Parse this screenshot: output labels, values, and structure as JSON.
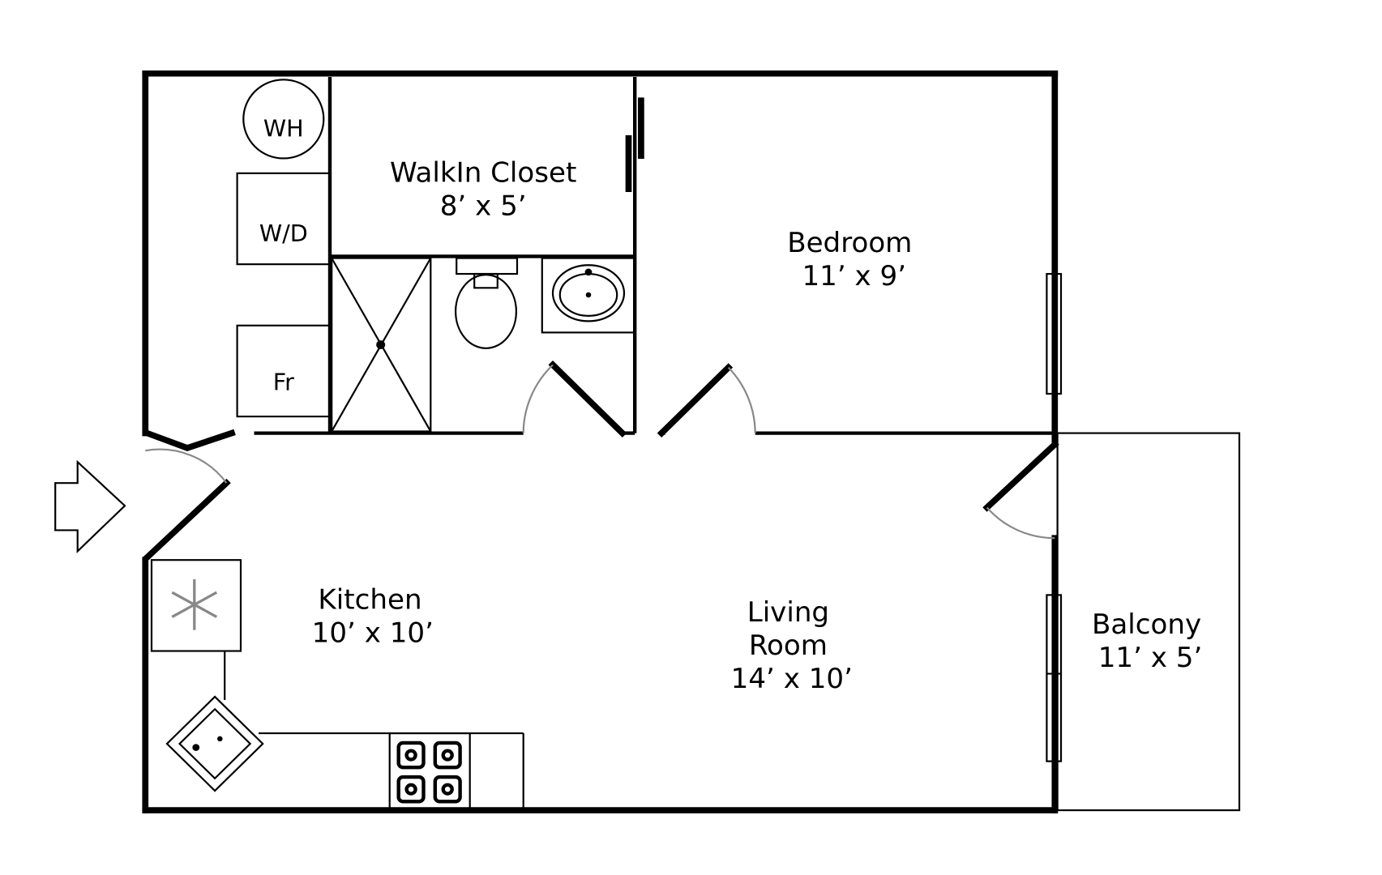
{
  "rooms": {
    "closet": {
      "name": "WalkIn Closet",
      "size": "8’ x 5’"
    },
    "bedroom": {
      "name": "Bedroom",
      "size": "11’ x 9’"
    },
    "kitchen": {
      "name": "Kitchen",
      "size": "10’ x 10’"
    },
    "living": {
      "name_line1": "Living",
      "name_line2": "Room",
      "size": "14’ x 10’"
    },
    "balcony": {
      "name": "Balcony",
      "size": "11’ x 5’"
    }
  },
  "fixtures": {
    "water_heater": "WH",
    "washer_dryer": "W/D",
    "furnace": "Fr"
  },
  "icons": [
    "entry-arrow-icon",
    "snowflake-icon",
    "toilet-icon",
    "sink-icon",
    "stove-icon"
  ]
}
